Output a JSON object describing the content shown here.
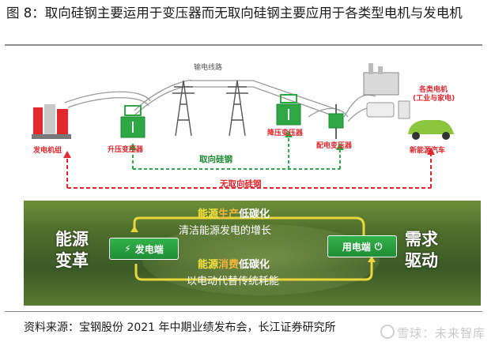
{
  "title": "图 8：取向硅钢主要运用于变压器而无取向硅钢主要应用于各类型电机与发电机",
  "figure": {
    "power_line_label": "输电线路",
    "generator_label": "发电机组",
    "step_up_label": "升压变压器",
    "step_down_label": "降压变压器",
    "distribution_label": "配电变压器",
    "motors_label_line1": "各类电机",
    "motors_label_line2": "(工业与家电)",
    "ev_label": "新能源汽车",
    "grain_oriented_label": "取向硅钢",
    "non_oriented_label": "无取向硅钢",
    "left_big_line1": "能源",
    "left_big_line2": "变革",
    "right_big_line1": "需求",
    "right_big_line2": "驱动",
    "gen_box_label": "发电端",
    "use_box_label": "用电端",
    "top_caption_a": "能源",
    "top_caption_b": "生产",
    "top_caption_c": "低碳化",
    "top_subline": "清洁能源发电的增长",
    "bottom_caption_a": "能源",
    "bottom_caption_b": "消费",
    "bottom_caption_c": "低碳化",
    "bottom_subline": "以电动代替传统耗能"
  },
  "source": "资料来源：宝钢股份 2021 年中期业绩发布会，长江证券研究所",
  "watermark": "雪球：未来智库",
  "colors": {
    "red": "#e1262c",
    "green": "#1d8a32",
    "rule": "#8c8c8c"
  }
}
